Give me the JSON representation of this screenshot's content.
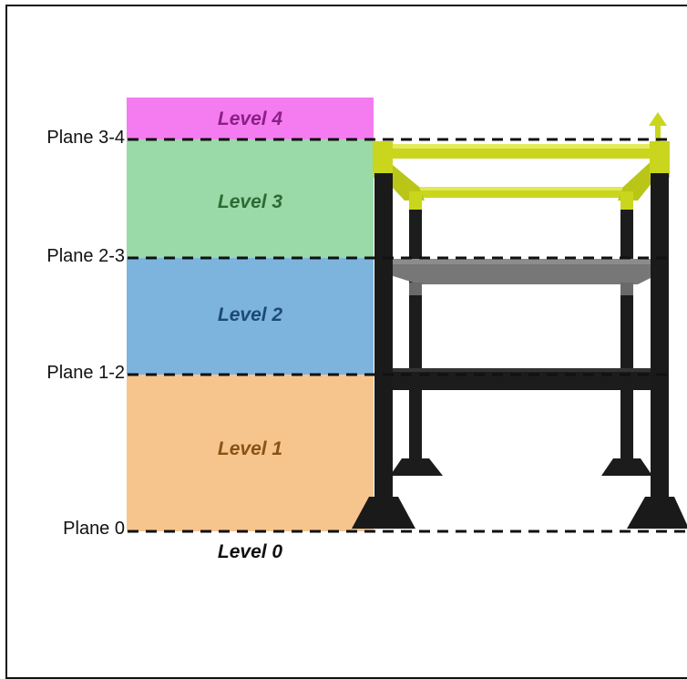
{
  "levels": [
    {
      "name": "Level 4",
      "fill": "#f57cf0",
      "text_color": "#8a1f86"
    },
    {
      "name": "Level 3",
      "fill": "#9ad9a8",
      "text_color": "#2e6b34"
    },
    {
      "name": "Level 2",
      "fill": "#7db4de",
      "text_color": "#1d4a72"
    },
    {
      "name": "Level 1",
      "fill": "#f6c58e",
      "text_color": "#8a5214"
    }
  ],
  "level0": {
    "name": "Level 0",
    "text_color": "#111111"
  },
  "planes": [
    "Plane 3-4",
    "Plane 2-3",
    "Plane 1-2",
    "Plane 0"
  ],
  "colors": {
    "dashed_line": "#111111",
    "frame_yellow": "#c9d61d",
    "frame_gray": "#6e6e6e",
    "frame_black": "#1a1a1a"
  }
}
